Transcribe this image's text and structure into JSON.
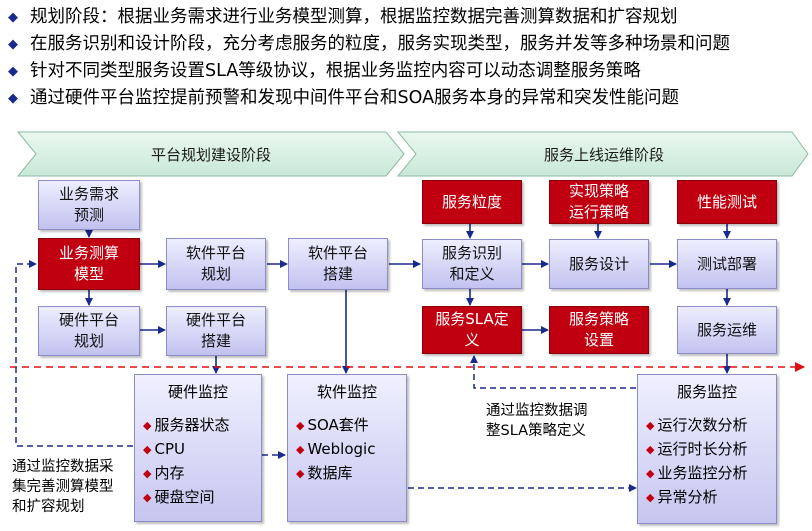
{
  "bullets": [
    "规划阶段：根据业务需求进行业务模型测算，根据监控数据完善测算数据和扩容规划",
    "在服务识别和设计阶段，充分考虑服务的粒度，服务实现类型，服务并发等多种场景和问题",
    "针对不同类型服务设置SLA等级协议，根据业务监控内容可以动态调整服务策略",
    "通过硬件平台监控提前预警和发现中间件平台和SOA服务本身的异常和突发性能问题"
  ],
  "phases": {
    "planning": "平台规划建设阶段",
    "operation": "服务上线运维阶段"
  },
  "boxes": {
    "biz_demand": [
      "业务需求",
      "预测"
    ],
    "biz_model": [
      "业务测算",
      "模型"
    ],
    "sw_plan": [
      "软件平台",
      "规划"
    ],
    "sw_build": [
      "软件平台",
      "搭建"
    ],
    "hw_plan": [
      "硬件平台",
      "规划"
    ],
    "hw_build": [
      "硬件平台",
      "搭建"
    ],
    "svc_granularity": [
      "服务粒度"
    ],
    "impl_strategy": [
      "实现策略",
      "运行策略"
    ],
    "perf_test": [
      "性能测试"
    ],
    "svc_identify": [
      "服务识别",
      "和定义"
    ],
    "svc_design": [
      "服务设计"
    ],
    "test_deploy": [
      "测试部署"
    ],
    "svc_sla": [
      "服务SLA定",
      "义"
    ],
    "svc_strategy": [
      "服务策略",
      "设置"
    ],
    "svc_ops": [
      "服务运维"
    ]
  },
  "monitors": {
    "hardware": {
      "title": "硬件监控",
      "items": [
        "服务器状态",
        "CPU",
        "内存",
        "硬盘空间"
      ]
    },
    "software": {
      "title": "软件监控",
      "items": [
        "SOA套件",
        "Weblogic",
        "数据库"
      ]
    },
    "service": {
      "title": "服务监控",
      "items": [
        "运行次数分析",
        "运行时长分析",
        "业务监控分析",
        "异常分析"
      ]
    }
  },
  "notes": {
    "left": [
      "通过监控数据采",
      "集完善测算模型",
      "和扩容规划"
    ],
    "middle": [
      "通过监控数据调",
      "整SLA策略定义"
    ]
  },
  "colors": {
    "accent_red": "#c00010",
    "box_blue": "#c2c2f0",
    "arrow_navy": "#1a2a8c",
    "phase_green": "#d8f0e4"
  }
}
